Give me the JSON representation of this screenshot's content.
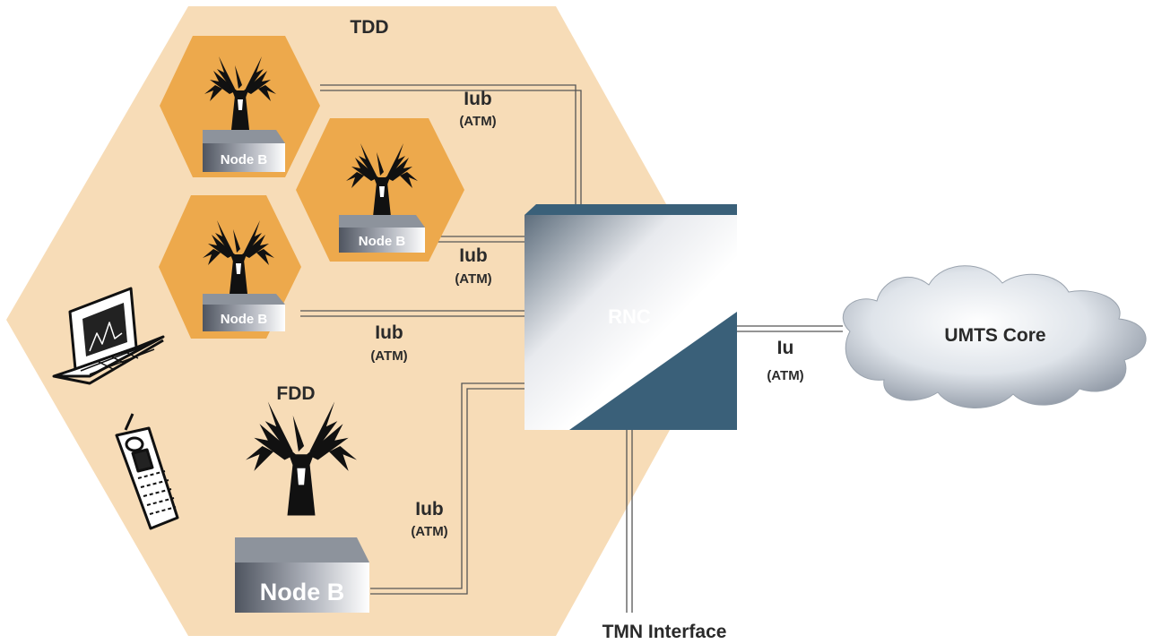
{
  "zones": {
    "tdd": "TDD",
    "fdd": "FDD"
  },
  "node_b": [
    "Node B",
    "Node B",
    "Node B",
    "Node B"
  ],
  "rnc": "RNC",
  "core": "UMTS Core",
  "tmn": "TMN Interface",
  "links": [
    {
      "name": "Iub",
      "protocol": "(ATM)"
    },
    {
      "name": "Iub",
      "protocol": "(ATM)"
    },
    {
      "name": "Iub",
      "protocol": "(ATM)"
    },
    {
      "name": "Iub",
      "protocol": "(ATM)"
    },
    {
      "name": "Iu",
      "protocol": "(ATM)"
    }
  ],
  "colors": {
    "cell_outer": "#f7dcb7",
    "cell_inner": "#eda94c",
    "rnc_dark": "#3a6079",
    "line": "#555555",
    "text": "#2a2a2a"
  }
}
